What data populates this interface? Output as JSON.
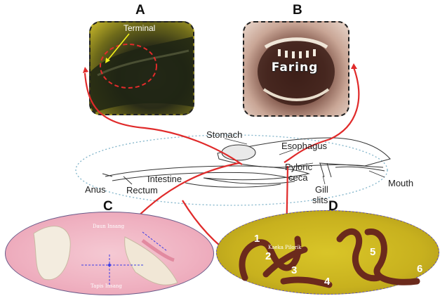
{
  "panels": {
    "a": {
      "letter": "A",
      "label": "Terminal"
    },
    "b": {
      "letter": "B",
      "label": "Faring"
    },
    "c": {
      "letter": "C",
      "label_top": "Daun Insang",
      "label_bottom": "Tapis Insang"
    },
    "d": {
      "letter": "D",
      "label": "Kaeka Pilorik",
      "numbers": [
        "1",
        "2",
        "3",
        "4",
        "5",
        "6"
      ]
    }
  },
  "anatomy_labels": {
    "stomach": "Stomach",
    "esophagus": "Esophagus",
    "pyloric": "Pyloric",
    "ceca": "ceca",
    "intestine": "Intestine",
    "anus": "Anus",
    "rectum": "Rectum",
    "gill": "Gill",
    "slits": "slits",
    "mouth": "Mouth"
  },
  "colors": {
    "arrow_red": "#e02a2a",
    "outline_blue": "#7fb3c9",
    "callout_yellow": "#f2f21a",
    "dashed_blue": "#3d3de6"
  }
}
